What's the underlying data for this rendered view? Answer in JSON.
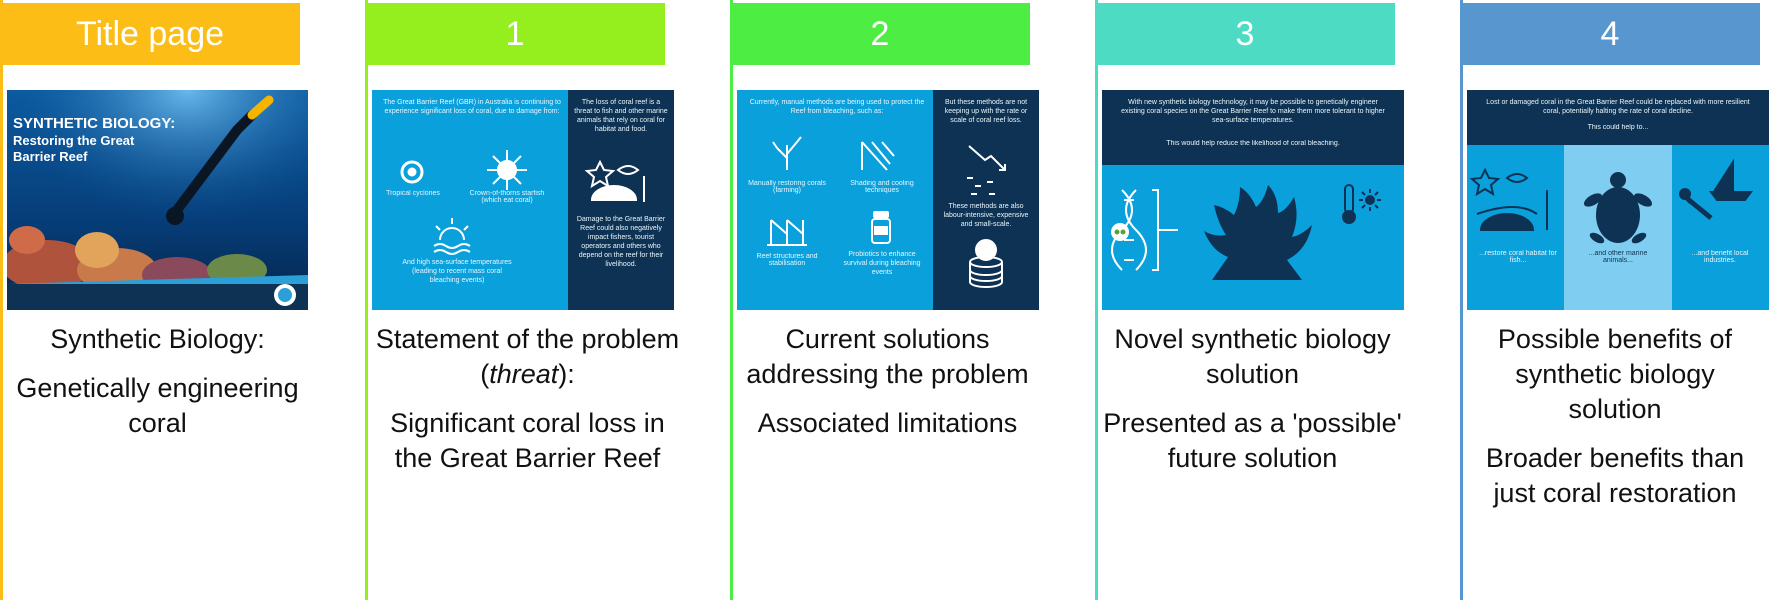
{
  "colors": {
    "title": "#fbbd16",
    "step1": "#95ee1d",
    "step2": "#4ded43",
    "step3": "#4ddcc3",
    "step4": "#5896d0",
    "slide_blue": "#0aa0dc",
    "slide_navy": "#0e3253"
  },
  "columns": [
    {
      "header": "Title page",
      "caption": [
        "Synthetic Biology:",
        "Genetically engineering coral"
      ]
    },
    {
      "header": "1",
      "caption_first_pre": "Statement of the problem (",
      "caption_first_em": "threat",
      "caption_first_post": "):",
      "caption": [
        "Significant coral loss in the Great Barrier Reef"
      ]
    },
    {
      "header": "2",
      "caption": [
        "Current solutions addressing the problem",
        "Associated limitations"
      ]
    },
    {
      "header": "3",
      "caption": [
        "Novel synthetic biology solution",
        "Presented as a 'possible' future solution"
      ]
    },
    {
      "header": "4",
      "caption": [
        "Possible benefits of synthetic biology solution",
        "Broader benefits than just coral restoration"
      ]
    }
  ],
  "slides": {
    "title_slide": {
      "heading_line1": "SYNTHETIC BIOLOGY:",
      "heading_line2": "Restoring the Great",
      "heading_line3": "Barrier Reef"
    },
    "s1": {
      "intro": "The Great Barrier Reef (GBR) in Australia is continuing to experience significant loss of coral, due to damage from:",
      "cyclones": "Tropical cyclones",
      "starfish": "Crown-of-thorns starfish (which eat coral)",
      "temps": "And high sea-surface temperatures (leading to recent mass coral bleaching events)",
      "right_top": "The loss of coral reef is a threat to fish and other marine animals that rely on coral for habitat and food.",
      "right_bottom": "Damage to the Great Barrier Reef could also negatively impact fishers, tourist operators and others who depend on the reef for their livelihood."
    },
    "s2": {
      "intro": "Currently, manual methods are being used to protect the Reef from bleaching, such as:",
      "farming": "Manually restoring corals (farming)",
      "shading": "Shading and cooling techniques",
      "structures": "Reef structures and stabilisation",
      "probiotics": "Probiotics to enhance survival during bleaching events",
      "right_top": "But these methods are not keeping up with the rate or scale of coral reef loss.",
      "right_bottom": "These methods are also labour-intensive, expensive and small-scale."
    },
    "s3": {
      "text1": "With new synthetic biology technology, it may be possible to genetically engineer existing coral species on the Great Barrier Reef to make them more tolerant to higher sea-surface temperatures.",
      "text2": "This would help reduce the likelihood of coral bleaching."
    },
    "s4": {
      "text1": "Lost or damaged coral in the Great Barrier Reef could be replaced with more resilient coral, potentially halting the rate of coral decline.",
      "text2": "This could help to...",
      "cap1": "...restore coral habitat for fish...",
      "cap2": "...and other marine animals...",
      "cap3": "...and benefit local industries."
    }
  }
}
